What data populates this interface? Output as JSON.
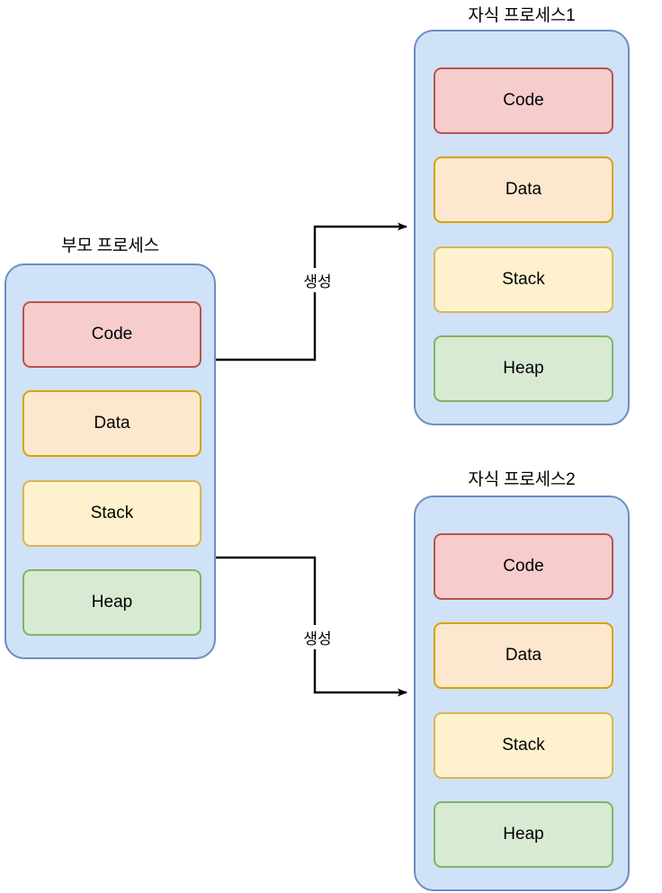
{
  "diagram": {
    "type": "process-fork-diagram",
    "background": "#ffffff",
    "palette": {
      "container_fill": "#cfe2f7",
      "container_stroke": "#6c8ebf",
      "code_fill": "#f6cccc",
      "code_stroke": "#b85450",
      "data_fill": "#fde8cf",
      "data_stroke": "#d6a300",
      "stack_fill": "#fdf2cd",
      "stack_stroke": "#d6b656",
      "heap_fill": "#d9ead3",
      "heap_stroke": "#82b366",
      "arrow_stroke": "#000000"
    }
  },
  "processes": {
    "parent": {
      "title": "부모 프로세스",
      "segments": [
        {
          "label": "Code"
        },
        {
          "label": "Data"
        },
        {
          "label": "Stack"
        },
        {
          "label": "Heap"
        }
      ]
    },
    "child1": {
      "title": "자식 프로세스1",
      "segments": [
        {
          "label": "Code"
        },
        {
          "label": "Data"
        },
        {
          "label": "Stack"
        },
        {
          "label": "Heap"
        }
      ]
    },
    "child2": {
      "title": "자식 프로세스2",
      "segments": [
        {
          "label": "Code"
        },
        {
          "label": "Data"
        },
        {
          "label": "Stack"
        },
        {
          "label": "Heap"
        }
      ]
    }
  },
  "edges": [
    {
      "label": "생성",
      "from": "parent",
      "to": "child1"
    },
    {
      "label": "생성",
      "from": "parent",
      "to": "child2"
    }
  ]
}
